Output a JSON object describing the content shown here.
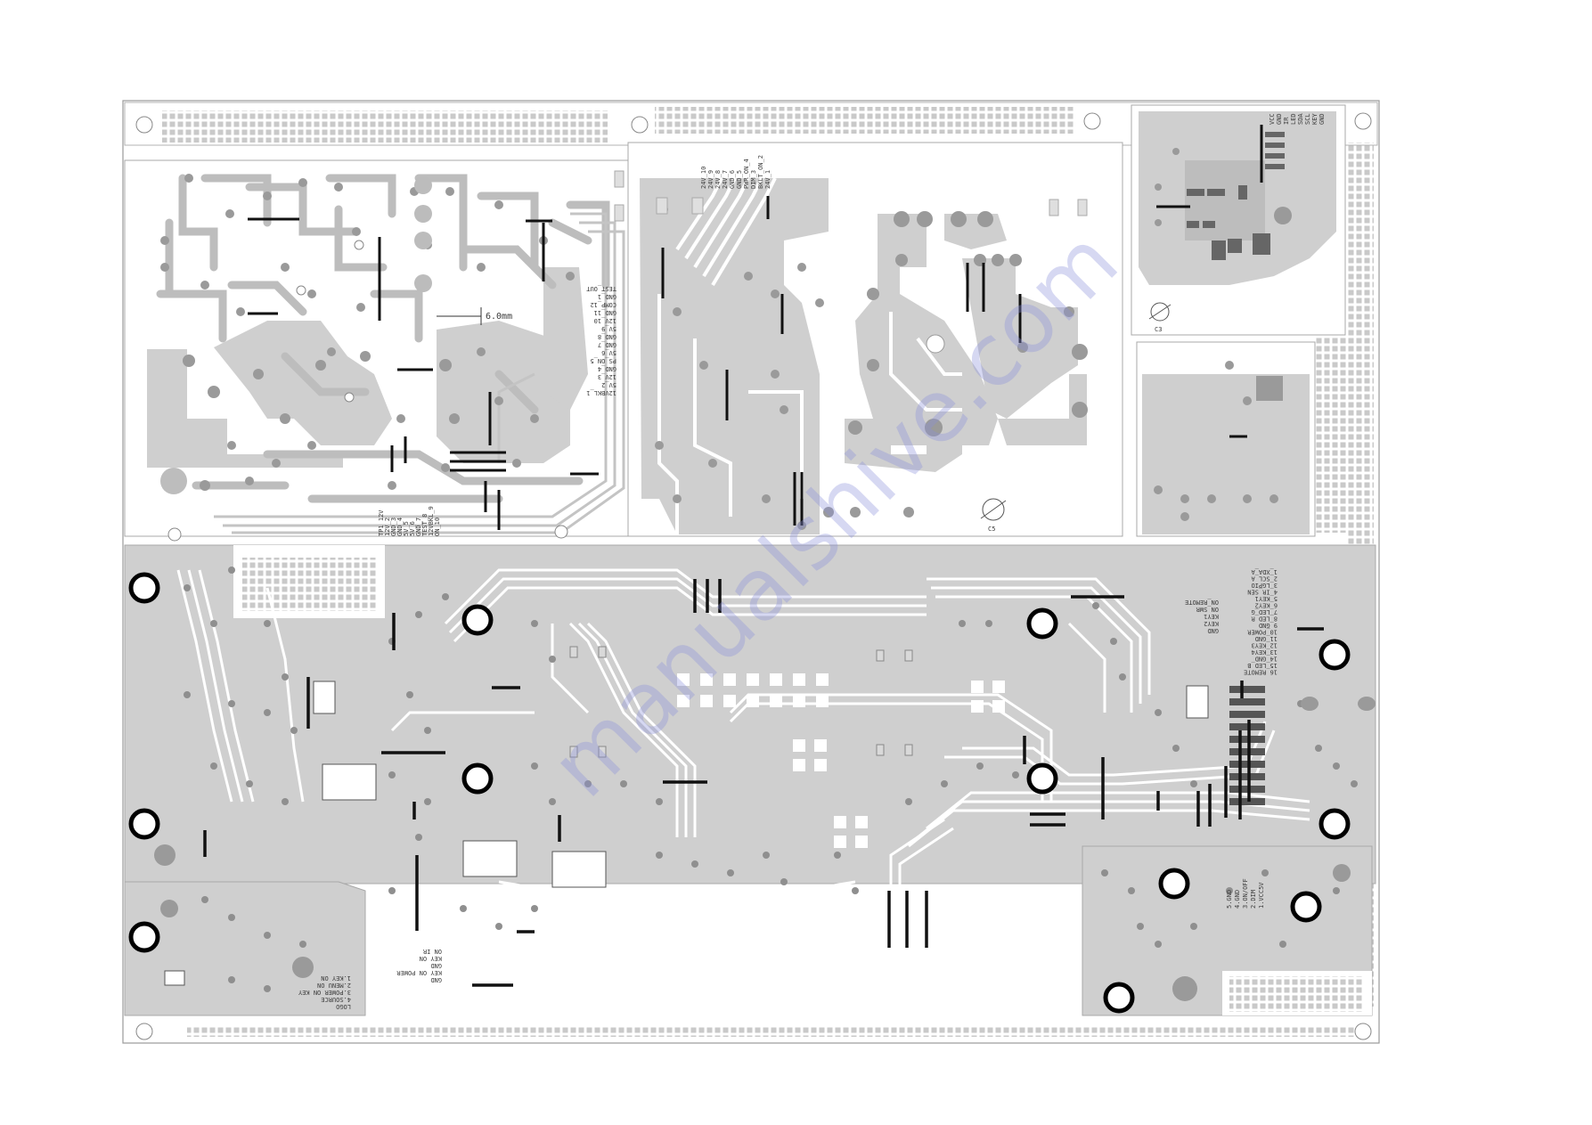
{
  "board": {
    "colors": {
      "background": "#ffffff",
      "board_fill": "#cfcfcf",
      "board_edge": "#9a9a9a",
      "trace": "#ffffff",
      "pad": "#8f8f8f",
      "jumper": "#111111"
    }
  },
  "labels": {
    "dimension": "6.0mm",
    "psu_pins": [
      "TEST_OUT",
      "GND_1",
      "COMP_12",
      "GND_11",
      "12V_10",
      "5V_9",
      "GND_8",
      "GND_7",
      "5V_6",
      "PS_ON_5",
      "GND_4",
      "12V_3",
      "5V_2",
      "12VBKL_1"
    ],
    "psu_bottom_pins": [
      "TP1 12V",
      "12V_2",
      "GND_3",
      "GND_4",
      "5V_5",
      "5V_6",
      "GND_7",
      "TEST_8",
      "12VBKL_9",
      "ON_10"
    ],
    "mid_pins": [
      "24V_10",
      "24V_9",
      "24V_8",
      "24V_7",
      "GND_6",
      "GND_5",
      "PWR_ON_4",
      "DIM_3",
      "BKLT_ON_2",
      "24V_1"
    ],
    "big_pins": [
      "1_XDA_A",
      "2_SCL_A",
      "3_LGPIO",
      "4_IR_SEN",
      "5_KEY1",
      "6_KEY2",
      "7_LED_G",
      "8_LED_R",
      "9_GND",
      "10_POWER",
      "11_GND",
      "12_KEY3",
      "13_KEY4",
      "14_GND",
      "15_LED_B",
      "16_REMOTE"
    ],
    "keypad_pins": [
      "ON_REMOTE",
      "ON_SWR",
      "KEY1",
      "KEY2",
      "GND"
    ],
    "lower_left_pins": [
      "LOGO",
      "4.SOURCE",
      "3.POWER ON KEY",
      "2.MENU ON",
      "1.KEY ON"
    ],
    "lower_left_pins_2": [
      "GND",
      "KEY ON POWER",
      "GND",
      "KEY ON",
      "ON IR"
    ],
    "lower_right_pins": [
      "1.VCC5V",
      "2.DIM",
      "3.ON/OFF",
      "4.GND",
      "5.GND"
    ],
    "module_pins": [
      "VCC",
      "GND",
      "IR",
      "LED",
      "SDA",
      "SCL",
      "KEY",
      "GND"
    ],
    "module_marker": "C3",
    "psu_marker": "C5"
  },
  "watermark": "manualshive.com"
}
